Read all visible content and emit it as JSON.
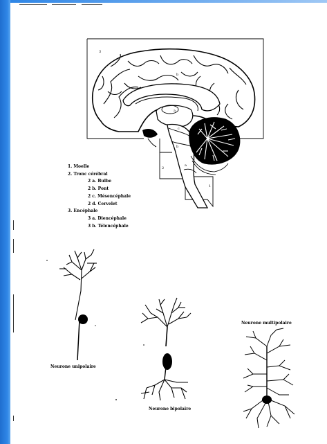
{
  "legend": [
    {
      "text": "1. Moelle",
      "level": 1
    },
    {
      "text": "2. Tronc cérébral",
      "level": 1
    },
    {
      "text": "2 a. Bulbe",
      "level": 2
    },
    {
      "text": "2 b. Pont",
      "level": 2
    },
    {
      "text": "2 c. Mésencéphale",
      "level": 2
    },
    {
      "text": "2 d. Cervelet",
      "level": 2
    },
    {
      "text": "3. Encéphale",
      "level": 1
    },
    {
      "text": "3 a. Diencéphale",
      "level": 2
    },
    {
      "text": "3 b. Télencéphale",
      "level": 2
    }
  ],
  "brain_tags": {
    "t3": "3",
    "tb": "b",
    "ta": "a",
    "tc": "c",
    "tb2": "b",
    "ta2": "a",
    "t2": "2",
    "t1": "1"
  },
  "neurons": {
    "unipolaire": "Neurone unipolaire",
    "bipolaire": "Neurone bipolaire",
    "multipolaire": "Neurone multipolaire"
  },
  "colors": {
    "band": "#2f86e6",
    "ink": "#000000"
  }
}
